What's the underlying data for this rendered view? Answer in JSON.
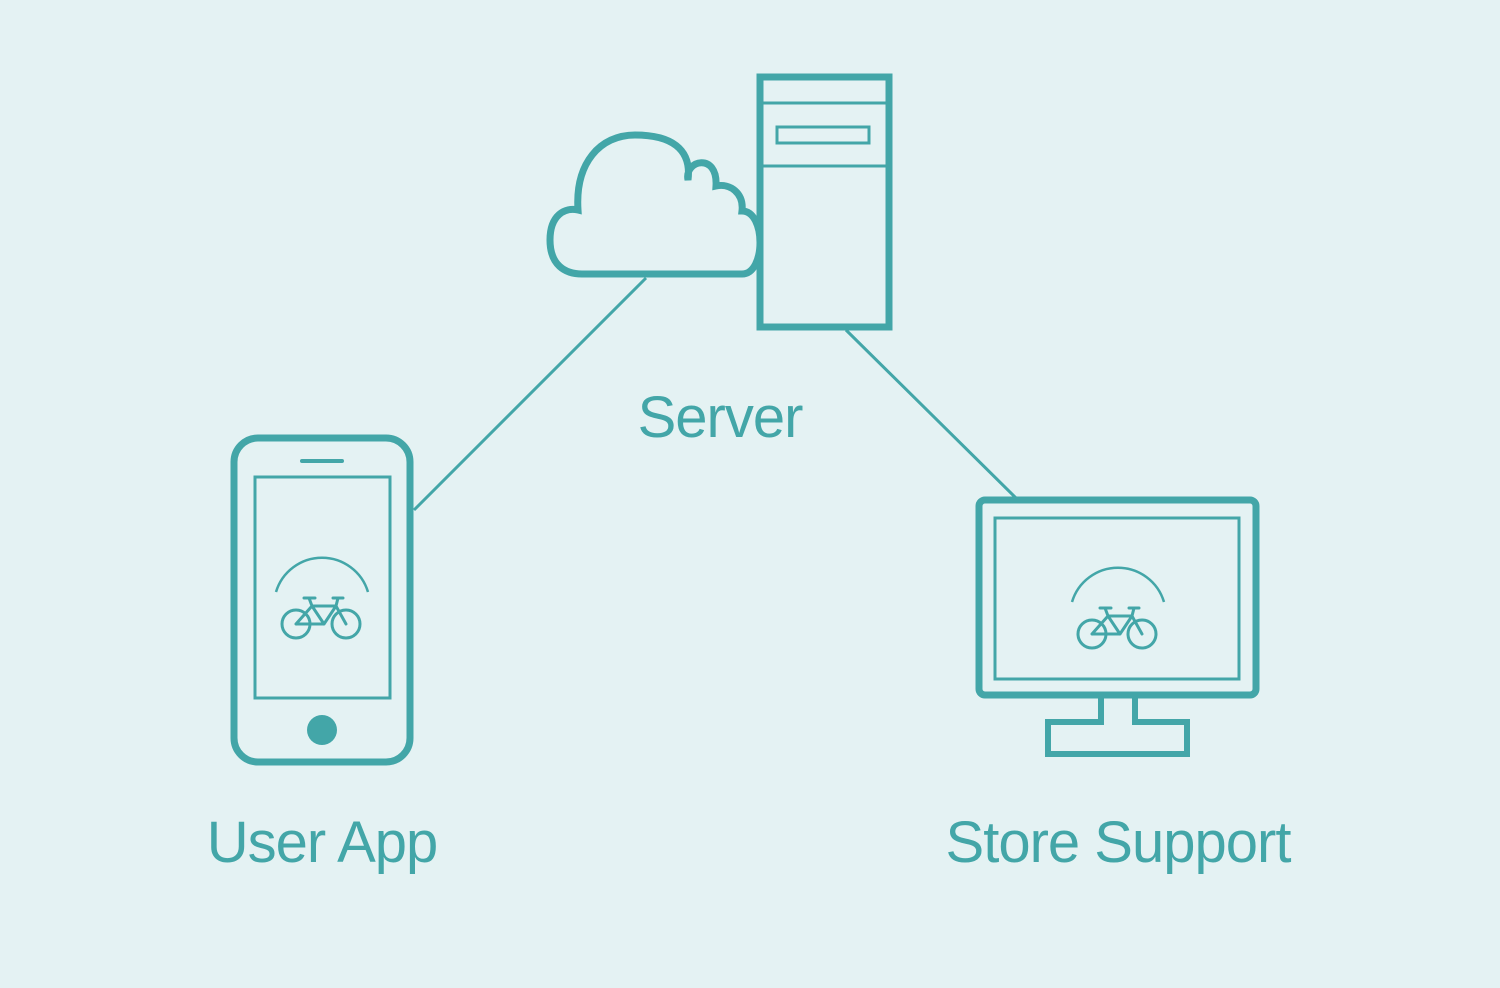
{
  "colors": {
    "background": "#e4f2f3",
    "accent": "#43a6a8"
  },
  "nodes": {
    "server": {
      "label": "Server",
      "icons": [
        "cloud-icon",
        "server-tower-icon"
      ]
    },
    "user_app": {
      "label": "User App",
      "icons": [
        "smartphone-icon",
        "bicycle-icon"
      ]
    },
    "store_support": {
      "label": "Store Support",
      "icons": [
        "monitor-icon",
        "bicycle-icon"
      ]
    }
  },
  "connections": [
    {
      "from": "user_app",
      "to": "server"
    },
    {
      "from": "server",
      "to": "store_support"
    }
  ]
}
